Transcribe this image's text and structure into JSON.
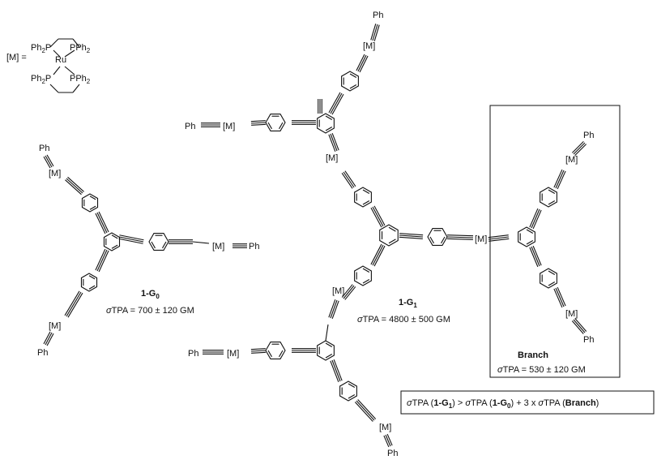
{
  "legend": {
    "m_eq": "[M] =",
    "ru": "Ru",
    "pph2": "PPh",
    "ph2p": "Ph",
    "p": "P",
    "sub2": "2"
  },
  "labels": {
    "ph": "Ph",
    "m": "[M]"
  },
  "g0": {
    "name_main": "1-G",
    "name_sub": "0",
    "sigma_prefix": "σ",
    "value": "TPA = 700 ± 120 GM"
  },
  "g1": {
    "name_main": "1-G",
    "name_sub": "1",
    "sigma_prefix": "σ",
    "value": "TPA = 4800 ± 500 GM"
  },
  "branch": {
    "name": "Branch",
    "sigma_prefix": "σ",
    "value": "TPA = 530 ± 120 GM"
  },
  "relation": {
    "s": "σ",
    "tpa": "TPA (",
    "g1": "1-G",
    "sub1": "1",
    "gt": ") > ",
    "tpa2": "TPA (",
    "g0": "1-G",
    "sub0": "0",
    "plus": ") + 3 x ",
    "tpa3": "TPA (",
    "branch": "Branch",
    "close": ")"
  }
}
